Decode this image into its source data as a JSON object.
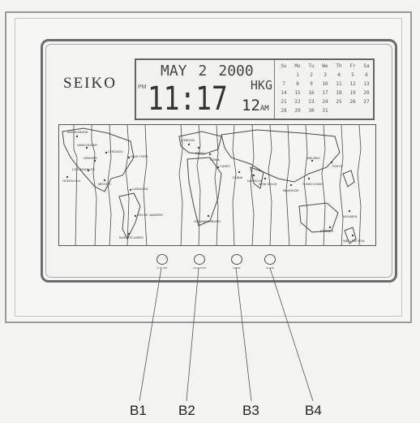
{
  "brand": "SEIKO",
  "display": {
    "month": "MAY",
    "day": "2",
    "year": "2000",
    "time": "11:17",
    "seconds": "12",
    "seconds_unit": "AM",
    "city_code": "HKG",
    "pm_indicator": "PM",
    "calendar": {
      "weekdays": [
        "Su",
        "Mo",
        "Tu",
        "We",
        "Th",
        "Fr",
        "Sa"
      ],
      "weeks": [
        [
          "",
          "1",
          "2",
          "3",
          "4",
          "5",
          "6"
        ],
        [
          "7",
          "8",
          "9",
          "10",
          "11",
          "12",
          "13"
        ],
        [
          "14",
          "15",
          "16",
          "17",
          "18",
          "19",
          "20"
        ],
        [
          "21",
          "22",
          "23",
          "24",
          "25",
          "26",
          "27"
        ],
        [
          "28",
          "29",
          "30",
          "31",
          "",
          "",
          ""
        ]
      ]
    }
  },
  "map": {
    "cities": [
      "ANCHORAGE",
      "VANCOUVER",
      "CHICAGO",
      "DENVER",
      "NEW YORK",
      "LOS ANGELES",
      "MEXICO",
      "HONOLULU",
      "CARACAS",
      "RIO DE JANEIRO",
      "BUENOS AIRES",
      "LONDON",
      "PARIS",
      "ROMA",
      "CAIRO",
      "JOHANNESBURG",
      "DUBAI",
      "KARACHI",
      "NEW DELHI",
      "BANGKOK",
      "HONG KONG",
      "BEIJING",
      "TOKYO",
      "SYDNEY",
      "NOUMEA",
      "WELLINGTON"
    ]
  },
  "buttons": [
    {
      "caption": "CITY SET"
    },
    {
      "caption": "CALENDAR"
    },
    {
      "caption": "MODE"
    },
    {
      "caption": "ALARM"
    }
  ],
  "callouts": [
    "B1",
    "B2",
    "B3",
    "B4"
  ]
}
